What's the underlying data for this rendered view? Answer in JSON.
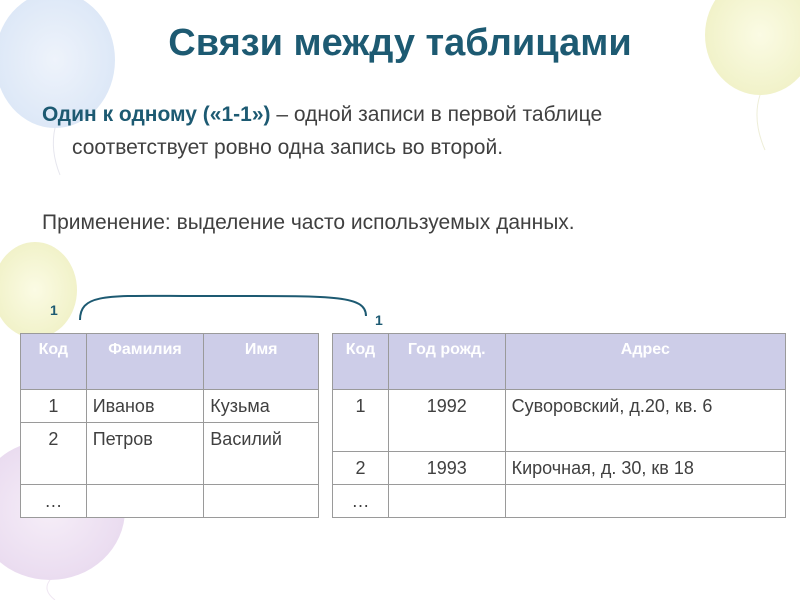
{
  "slide": {
    "title": "Связи между таблицами",
    "definition_bold": "Один к одному («1-1»)",
    "definition_rest": " – одной записи в первой таблице",
    "definition_cont": "соответствует ровно одна запись во второй.",
    "application": "Применение: выделение часто используемых данных.",
    "relation_left_label": "1",
    "relation_right_label": "1"
  },
  "table1": {
    "headers": [
      "Код",
      "Фамилия",
      "Имя"
    ],
    "rows": [
      [
        "1",
        "Иванов",
        "Кузьма"
      ],
      [
        "2",
        "Петров",
        "Василий"
      ],
      [
        "…",
        "",
        ""
      ]
    ]
  },
  "table2": {
    "headers": [
      "Код",
      "Год рожд.",
      "Адрес"
    ],
    "rows": [
      [
        "1",
        "1992",
        "Суворовский, д.20, кв. 6"
      ],
      [
        "2",
        "1993",
        "Кирочная, д. 30, кв 18"
      ],
      [
        "…",
        "",
        ""
      ]
    ]
  },
  "colors": {
    "title": "#1d5a72",
    "text": "#404040",
    "header_bg": "#cdcde8",
    "header_text": "#ffffff"
  }
}
